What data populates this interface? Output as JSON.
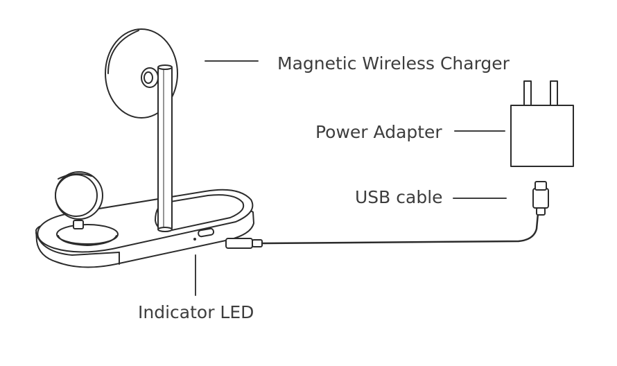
{
  "labels": {
    "magnetic_wireless_charger": "Magnetic Wireless Charger",
    "power_adapter": "Power Adapter",
    "usb_cable": "USB cable",
    "indicator_led": "Indicator LED"
  },
  "colors": {
    "line": "#2b2b2b",
    "text": "#3d3d3d",
    "background": "#ffffff"
  }
}
